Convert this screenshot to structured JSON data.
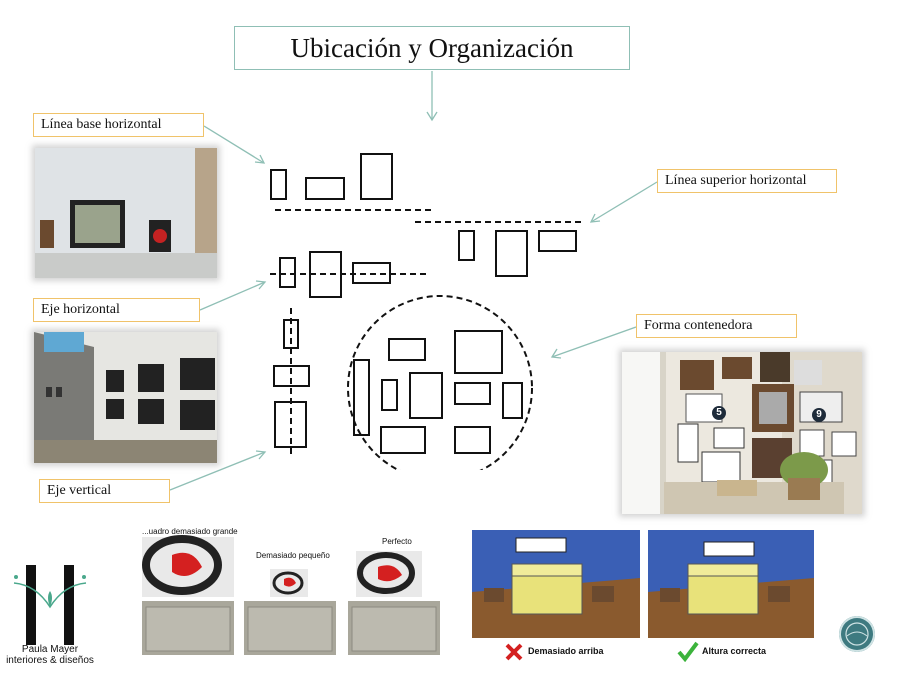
{
  "title": "Ubicación y Organización",
  "labels": {
    "linea_base": "Línea base horizontal",
    "linea_superior": "Línea superior horizontal",
    "eje_horizontal": "Eje horizontal",
    "forma_contenedora": "Forma contenedora",
    "eje_vertical": "Eje vertical"
  },
  "size_examples": {
    "too_big": "...uadro demasiado grande",
    "too_small": "Demasiado pequeño",
    "perfect": "Perfecto"
  },
  "height_examples": {
    "too_high": "Demasiado arriba",
    "correct": "Altura correcta"
  },
  "photo_badges": [
    "5",
    "9"
  ],
  "logo": {
    "line1": "Paula Mayer",
    "line2": "interiores & diseños"
  },
  "colors": {
    "title_border": "#8fbfb5",
    "label_border": "#f0c36a",
    "arrow": "#8fbfb5",
    "wall_blue": "#3a5fb5",
    "bed_yellow": "#e8e27a",
    "floor_brown": "#8a5a2e",
    "wrong_mark": "#d42020",
    "right_mark": "#3cb33c",
    "nav_button": "#3e7a80"
  }
}
